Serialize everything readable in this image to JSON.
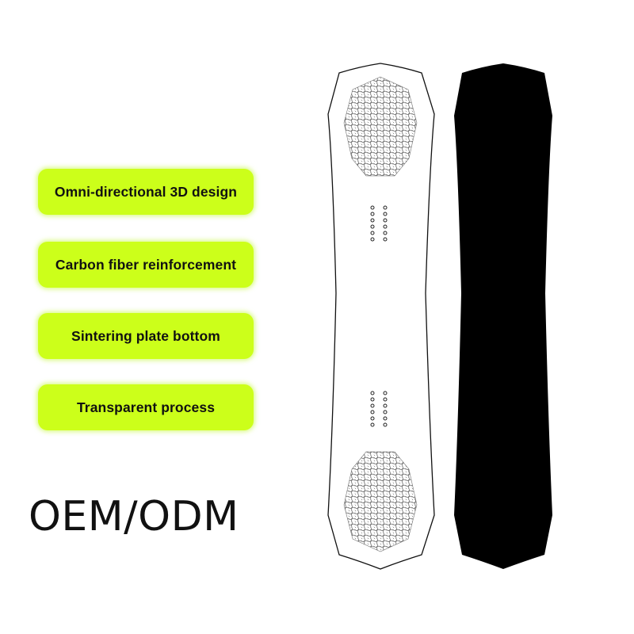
{
  "features": [
    {
      "label": "Omni-directional 3D design"
    },
    {
      "label": "Carbon fiber reinforcement"
    },
    {
      "label": "Sintering plate bottom"
    },
    {
      "label": "Transparent process"
    }
  ],
  "headline": "OEM/ODM",
  "colors": {
    "pill_background": "#ccff1a",
    "board_top": "#ffffff",
    "board_bottom": "#000000",
    "text": "#111111"
  }
}
